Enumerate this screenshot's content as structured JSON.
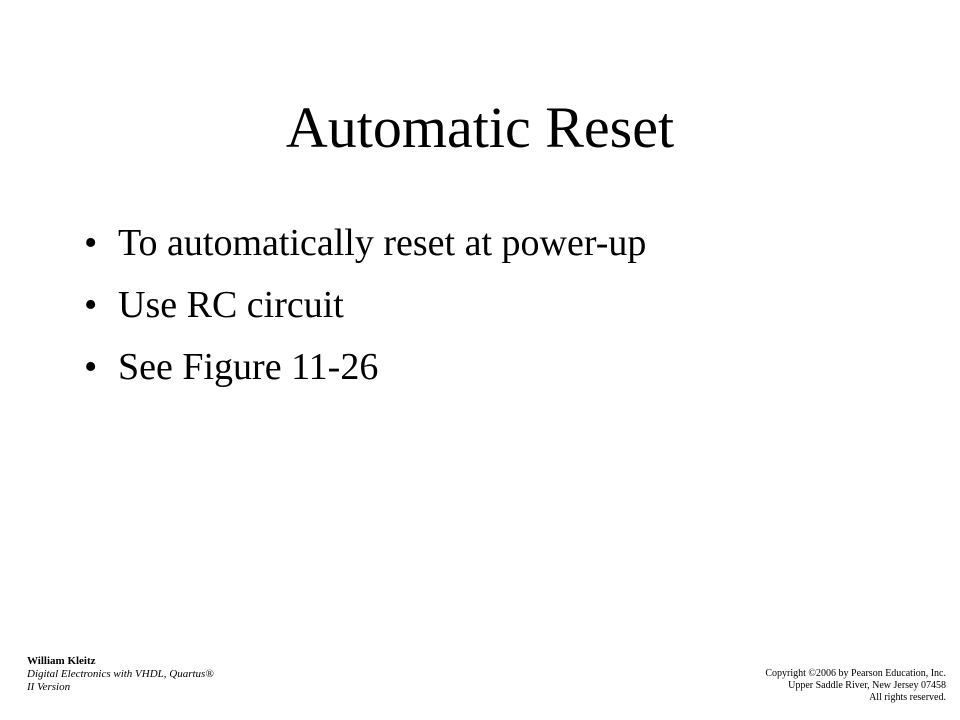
{
  "slide": {
    "title": "Automatic Reset",
    "bullet_symbol": "•",
    "bullets": [
      "To automatically reset at power-up",
      "Use RC circuit",
      "See Figure 11-26"
    ]
  },
  "footer": {
    "author": "William Kleitz",
    "book_line1": "Digital Electronics  with VHDL, Quartus®",
    "book_line2": "II Version",
    "copyright_line1": "Copyright ©2006 by Pearson Education, Inc.",
    "copyright_line2": "Upper Saddle River, New Jersey 07458",
    "copyright_line3": "All rights reserved."
  }
}
